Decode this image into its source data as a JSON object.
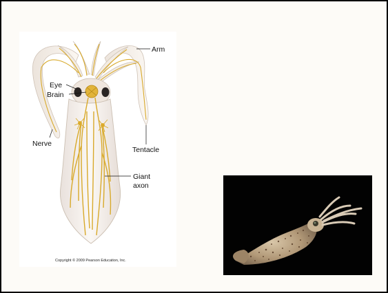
{
  "diagram": {
    "labels": {
      "arm": "Arm",
      "eye": "Eye",
      "brain": "Brain",
      "nerve": "Nerve",
      "tentacle": "Tentacle",
      "giant_axon_line1": "Giant",
      "giant_axon_line2": "axon"
    },
    "copyright": "Copyright © 2009 Pearson Education, Inc."
  },
  "colors": {
    "slide_background": "#fdfbf7",
    "body_fill": "#f3ede8",
    "nerve_gold": "#d8a92a",
    "photo_background": "#020202"
  }
}
